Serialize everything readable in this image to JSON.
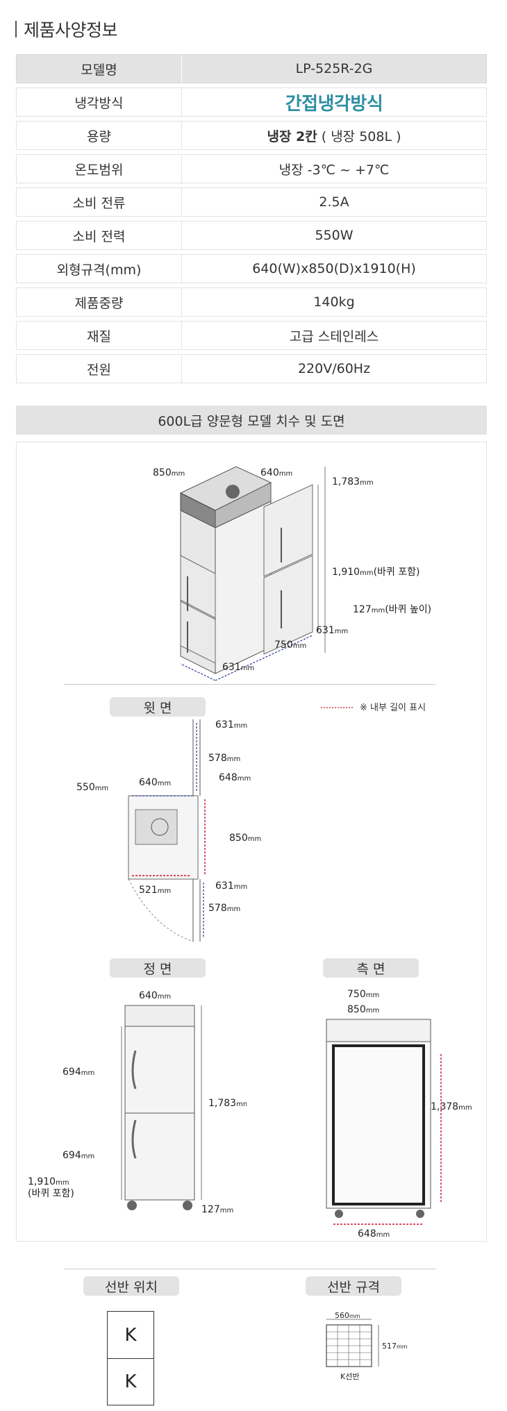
{
  "page_title": "제품사양정보",
  "spec_table": [
    {
      "key": "모델명",
      "value": "LP-525R-2G"
    },
    {
      "key": "냉각방식",
      "value": "간접냉각방식"
    },
    {
      "key": "용량",
      "value_bold": "냉장 2칸",
      "value_rest": "( 냉장 508L )"
    },
    {
      "key": "온도범위",
      "value": "냉장 -3℃ ~ +7℃"
    },
    {
      "key": "소비 전류",
      "value": "2.5A"
    },
    {
      "key": "소비 전력",
      "value": "550W"
    },
    {
      "key": "외형규격(mm)",
      "value": "640(W)x850(D)x1910(H)"
    },
    {
      "key": "제품중량",
      "value": "140kg"
    },
    {
      "key": "재질",
      "value": "고급 스테인레스"
    },
    {
      "key": "전원",
      "value": "220V/60Hz"
    }
  ],
  "drawing_title": "600L급 양문형 모델 치수 및 도면",
  "iso": {
    "d850": "850",
    "d640": "640",
    "d1783": "1,783",
    "d1910": "1,910",
    "d1910_note": "(바퀴 포함)",
    "d127": "127",
    "d127_note": "(바퀴 높이)",
    "d631a": "631",
    "d750": "750",
    "d631b": "631",
    "unit": "mm"
  },
  "legend": "※ 내부 길이 표시",
  "top_view": {
    "label": "윗 면",
    "d631a": "631",
    "d578a": "578",
    "d640": "640",
    "d648": "648",
    "d550": "550",
    "d850": "850",
    "d521": "521",
    "d631b": "631",
    "d578b": "578"
  },
  "front_view": {
    "label": "정 면",
    "d640": "640",
    "d694a": "694",
    "d1783": "1,783",
    "d694b": "694",
    "d1910": "1,910",
    "d1910_note": "(바퀴 포함)",
    "d127": "127"
  },
  "side_view": {
    "label": "측 면",
    "d750": "750",
    "d850": "850",
    "d1378": "1,378",
    "d648": "648"
  },
  "shelf_position": {
    "label": "선반 위치",
    "cells": [
      "K",
      "K"
    ]
  },
  "shelf_spec": {
    "label": "선반 규격",
    "d560": "560",
    "d517": "517",
    "name": "K선반"
  },
  "colors": {
    "accent": "#2e8fa3",
    "table_header": "#e3e3e3",
    "dim_blue": "#2b3990",
    "dim_red": "#c8102e"
  }
}
